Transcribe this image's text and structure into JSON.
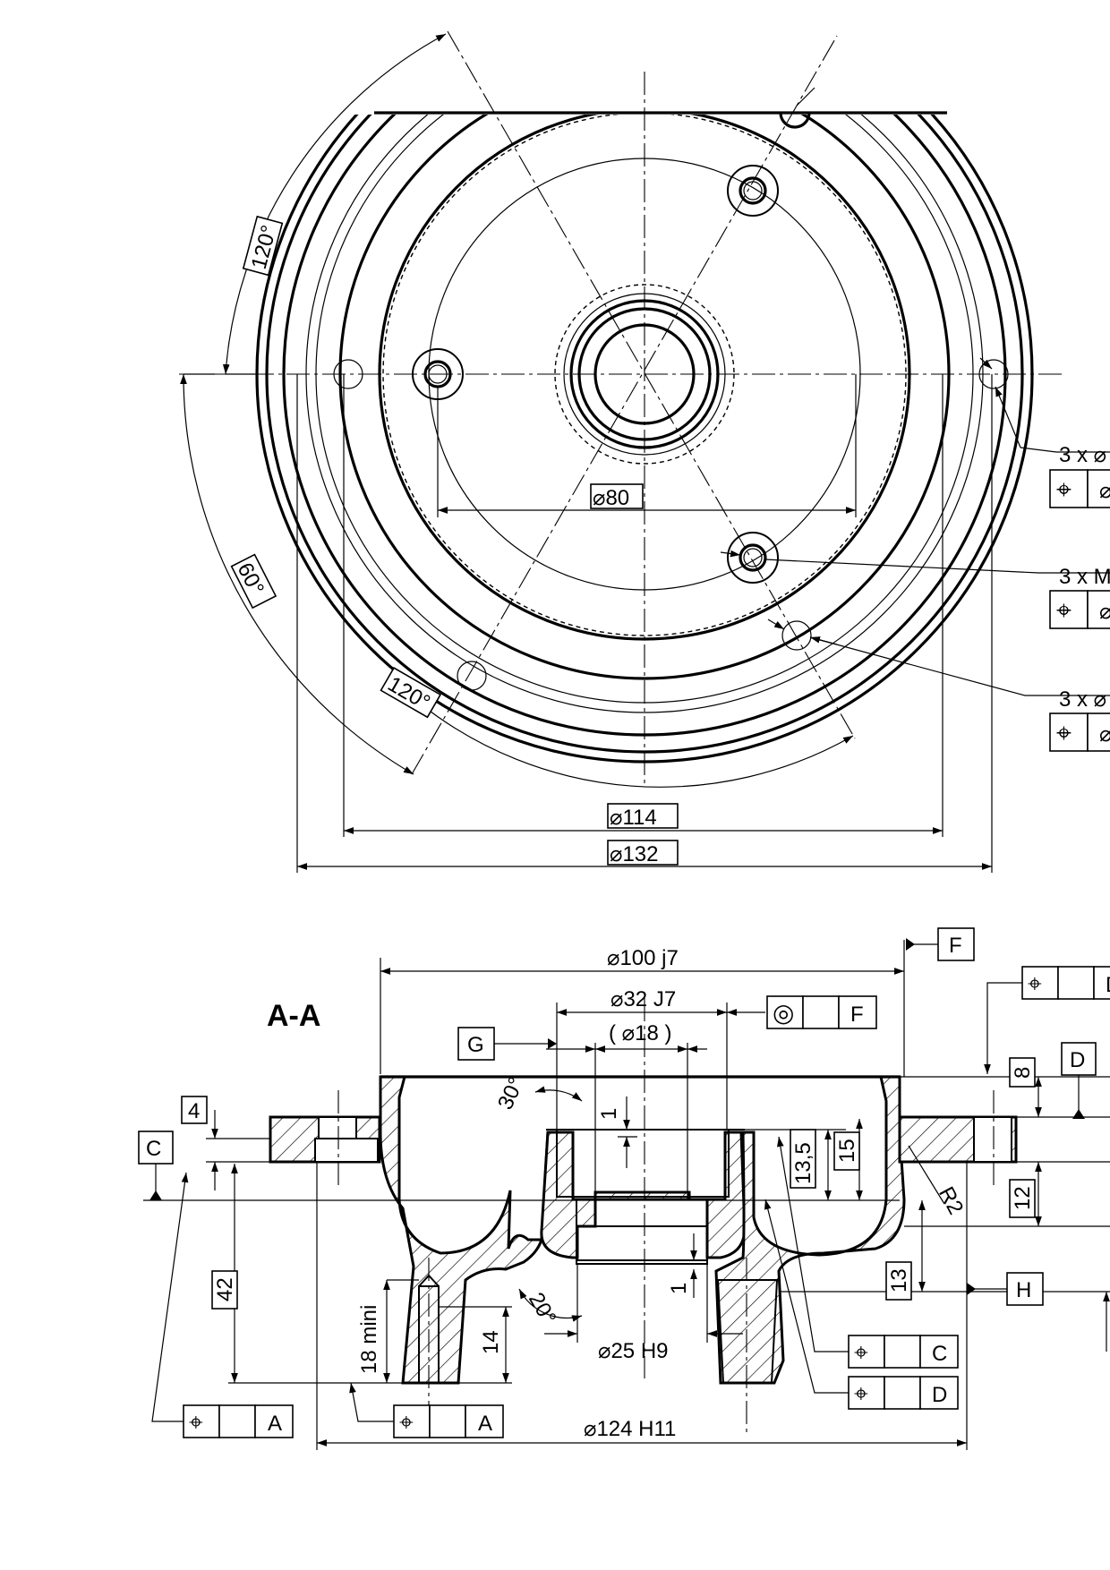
{
  "top_view": {
    "angle_120_upper": "120°",
    "angle_60": "60°",
    "angle_120_lower": "120°",
    "dia_80": "⌀80",
    "dia_114": "⌀114",
    "dia_132": "⌀132",
    "callout_1": "3 x ⌀",
    "callout_2": "3 x M",
    "callout_3": "3 x ⌀",
    "position_symbol": "⌖",
    "frame_partial": "⌀"
  },
  "section": {
    "title": "A-A",
    "dia_100": "⌀100 j7",
    "dia_32": "⌀32 J7",
    "dia_18": "( ⌀18 )",
    "dia_25": "⌀25 H9",
    "dia_124": "⌀124 H11",
    "angle_30": "30°",
    "angle_20": "20°",
    "r2": "R2",
    "dim_4": "4",
    "dim_42": "42",
    "dim_18_mini": "18 mini",
    "dim_14": "14",
    "dim_1_top": "1",
    "dim_1_bottom": "1",
    "dim_13_5": "13,5",
    "dim_15": "15",
    "dim_8": "8",
    "dim_12": "12",
    "dim_13": "13",
    "datum_C": "C",
    "datum_D": "D",
    "datum_F": "F",
    "datum_G": "G",
    "datum_H": "H",
    "frame_F_ref": "F",
    "frame_C_ref": "C",
    "frame_D_ref": "D",
    "frame_A_ref_1": "A",
    "frame_A_ref_2": "A",
    "frame_top_right_partial": "D",
    "position_symbol": "⌖",
    "concentricity_symbol": "◎"
  }
}
